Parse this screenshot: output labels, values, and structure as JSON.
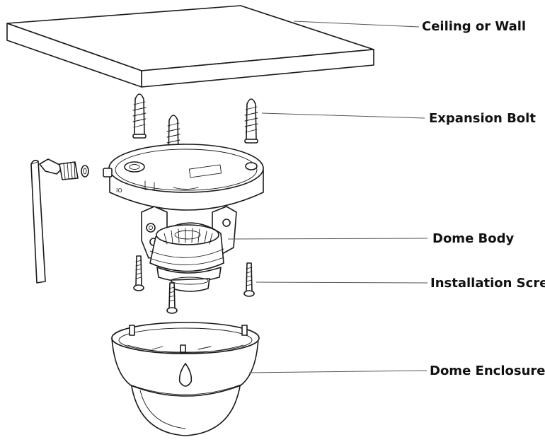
{
  "diagram": {
    "labels": {
      "ceiling_or_wall": "Ceiling or Wall",
      "expansion_bolt": "Expansion Bolt",
      "dome_body": "Dome Body",
      "installation_screw": "Installation Screw",
      "dome_enclosure": "Dome Enclosure"
    },
    "markings": {
      "base_mark": "IO"
    }
  }
}
